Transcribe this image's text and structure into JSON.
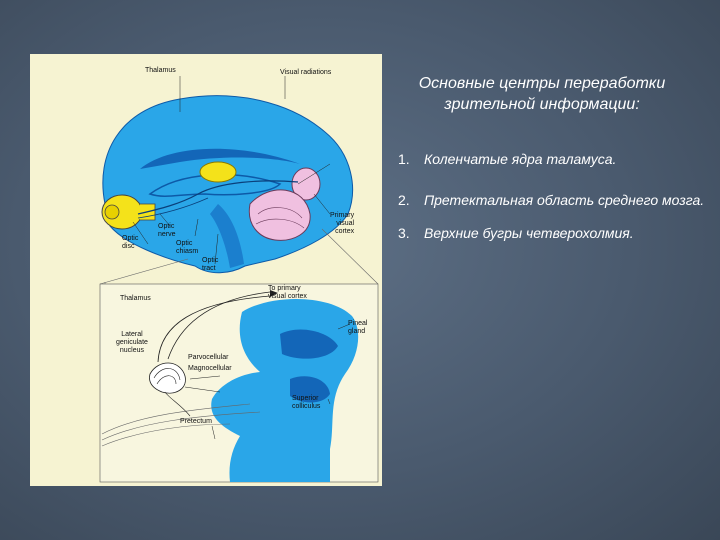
{
  "title": "Основные центры переработки зрительной информации:",
  "list_items": [
    {
      "num": "1.",
      "text": "Коленчатые ядра таламуса."
    },
    {
      "num": "2.",
      "text": "Претектальная область среднего  мозга."
    },
    {
      "num": "3.",
      "text": "Верхние бугры четверохолмия."
    }
  ],
  "figure_labels": {
    "thalamus_top": "Thalamus",
    "visual_radiations": "Visual radiations",
    "optic_disc": "Optic\ndisc",
    "optic_nerve": "Optic\nnerve",
    "optic_chiasm": "Optic\nchiasm",
    "optic_tract": "Optic\ntract",
    "primary_visual_cortex": "Primary\nvisual\ncortex",
    "to_primary_visual_cortex": "To primary\nvisual cortex",
    "thalamus_bottom": "Thalamus",
    "pineal_gland": "Pineal\ngland",
    "lateral_geniculate_nucleus": "Lateral\ngeniculate\nnucleus",
    "parvocellular": "Parvocellular",
    "magnocellular": "Magnocellular",
    "superior_colliculus": "Superior\ncolliculus",
    "pretectum": "Pretectum"
  },
  "colors": {
    "background": "#4a5a6e",
    "figure_bg": "#f6f3d2",
    "brain_blue": "#2aa6e8",
    "brain_dark": "#1366b8",
    "eye_yellow": "#f4e21a",
    "cortex_pink": "#f0c0e0",
    "text_white": "#ffffff"
  }
}
